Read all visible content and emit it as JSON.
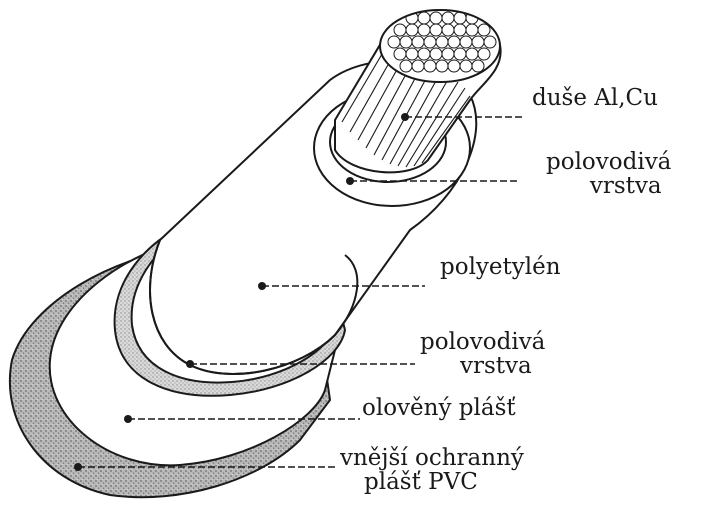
{
  "diagram": {
    "labels": {
      "conductor": "duše Al,Cu",
      "inner_semicon_1": "polovodivá",
      "inner_semicon_2": "vrstva",
      "insulation": "polyetylén",
      "outer_semicon_1": "polovodivá",
      "outer_semicon_2": "vrstva",
      "lead_sheath": "olověný plášť",
      "outer_jacket_1": "vnější ochranný",
      "outer_jacket_2": "plášť PVC"
    },
    "colors": {
      "ink": "#1a1a1a",
      "stipple": "#8a8a8a",
      "background": "#ffffff"
    }
  }
}
